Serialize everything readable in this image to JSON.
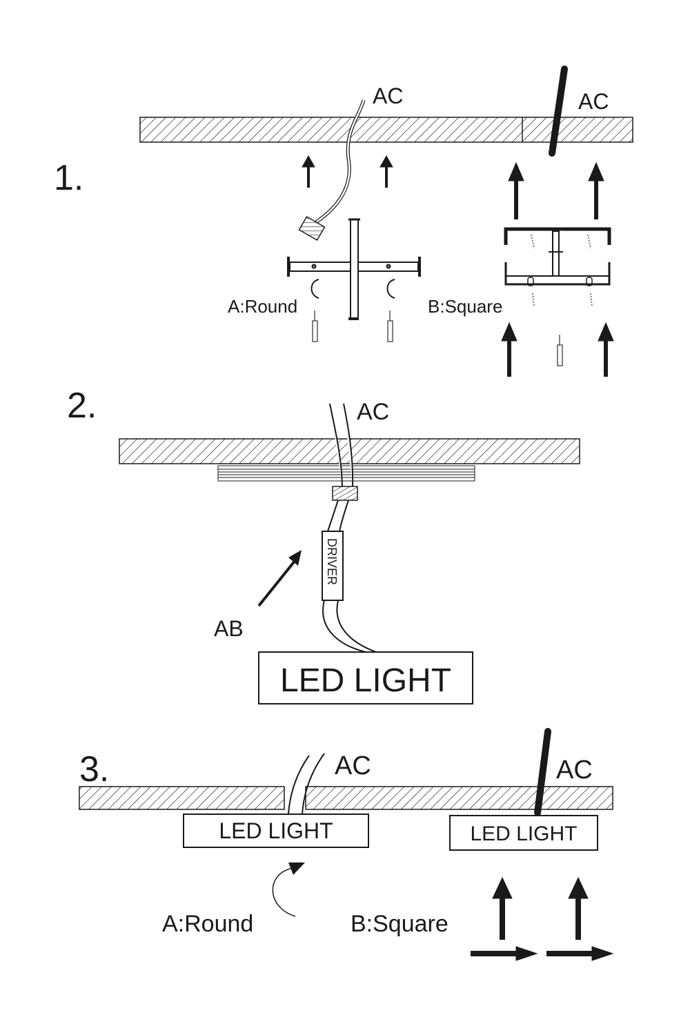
{
  "colors": {
    "ink": "#1a1a1a",
    "background": "#ffffff"
  },
  "step1": {
    "number": "1.",
    "ac_left": "AC",
    "ac_right": "AC",
    "label_round": "A:Round",
    "label_square": "B:Square"
  },
  "step2": {
    "number": "2.",
    "ac": "AC",
    "driver": "DRIVER",
    "ab": "AB",
    "led": "LED LIGHT"
  },
  "step3": {
    "number": "3.",
    "ac_left": "AC",
    "ac_right": "AC",
    "led_left": "LED LIGHT",
    "led_right": "LED LIGHT",
    "label_round": "A:Round",
    "label_square": "B:Square"
  }
}
